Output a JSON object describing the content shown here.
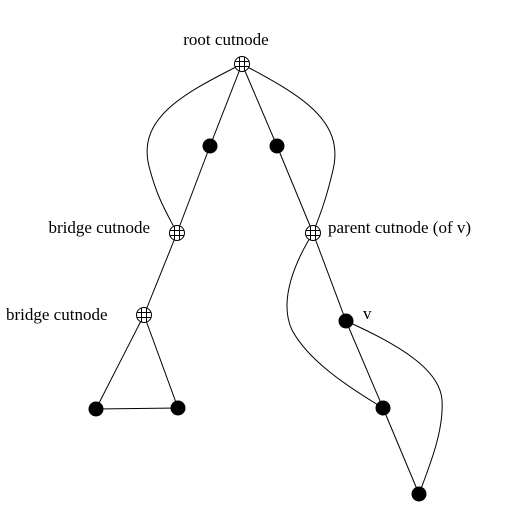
{
  "labels": {
    "root": "root cutnode",
    "bridge_upper": "bridge cutnode",
    "bridge_lower": "bridge cutnode",
    "parent": "parent cutnode (of v)",
    "v": "v"
  }
}
